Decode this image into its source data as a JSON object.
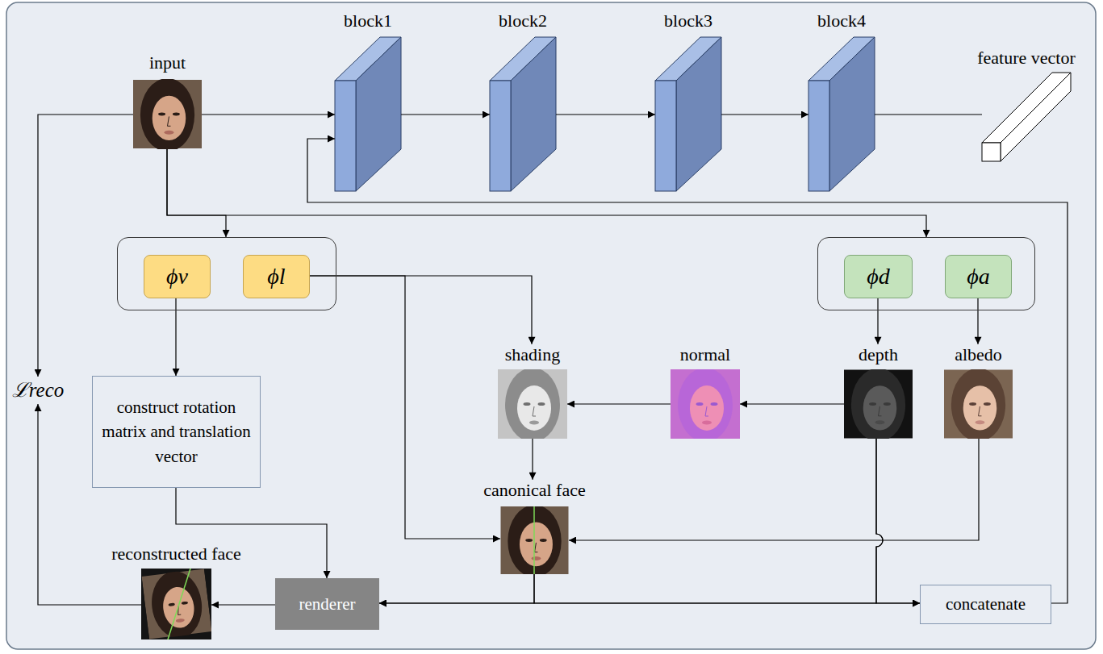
{
  "diagram": {
    "nodes": [
      {
        "text": [
          "input"
        ]
      },
      {
        "text": [
          "block1"
        ]
      },
      {
        "text": [
          "block2"
        ]
      },
      {
        "text": [
          "block3"
        ]
      },
      {
        "text": [
          "block4"
        ]
      },
      {
        "text": [
          "feature vector"
        ]
      },
      {
        "text": []
      },
      {
        "text": [
          "ϕv"
        ],
        "in": 6
      },
      {
        "text": [
          "ϕl"
        ],
        "in": 6
      },
      {
        "text": []
      },
      {
        "text": [
          "ϕd"
        ],
        "in": 9
      },
      {
        "text": [
          "ϕa"
        ],
        "in": 9
      },
      {
        "text": [
          "ℒreco"
        ]
      },
      {
        "text": [
          "shading"
        ]
      },
      {
        "text": [
          "normal"
        ]
      },
      {
        "text": [
          "depth"
        ]
      },
      {
        "text": [
          "albedo"
        ]
      },
      {
        "text": [
          "construct rotation matrix and translation vector"
        ]
      },
      {
        "text": [
          "canonical face"
        ]
      },
      {
        "text": [
          "reconstructed face"
        ]
      },
      {
        "text": [
          "renderer"
        ]
      },
      {
        "text": [
          "concatenate"
        ]
      }
    ],
    "edges": [
      {
        "from": 0,
        "to": 1,
        "arrow": "to"
      },
      {
        "from": 1,
        "to": 2,
        "arrow": "to"
      },
      {
        "from": 2,
        "to": 3,
        "arrow": "to"
      },
      {
        "from": 3,
        "to": 4,
        "arrow": "to"
      },
      {
        "from": 4,
        "to": 5,
        "arrow": "none"
      },
      {
        "from": 0,
        "to": 12,
        "arrow": "to"
      },
      {
        "from": 0,
        "to": 6,
        "arrow": "to"
      },
      {
        "from": 0,
        "to": 9,
        "arrow": "to"
      },
      {
        "from": 7,
        "to": 17,
        "arrow": "to"
      },
      {
        "from": 8,
        "to": 13,
        "arrow": "to"
      },
      {
        "from": 8,
        "to": 18,
        "arrow": "to"
      },
      {
        "from": 10,
        "to": 15,
        "arrow": "to"
      },
      {
        "from": 11,
        "to": 16,
        "arrow": "to"
      },
      {
        "from": 15,
        "to": 14,
        "arrow": "to"
      },
      {
        "from": 14,
        "to": 13,
        "arrow": "to"
      },
      {
        "from": 13,
        "to": 18,
        "arrow": "to"
      },
      {
        "from": 16,
        "to": 18,
        "arrow": "to"
      },
      {
        "from": 17,
        "to": 20,
        "arrow": "to"
      },
      {
        "from": 18,
        "to": 20,
        "arrow": "to"
      },
      {
        "from": 18,
        "to": 21,
        "arrow": "to"
      },
      {
        "from": 15,
        "to": 20,
        "arrow": "to"
      },
      {
        "from": 15,
        "to": 21,
        "arrow": "to"
      },
      {
        "from": 20,
        "to": 19,
        "arrow": "to"
      },
      {
        "from": 19,
        "to": 12,
        "arrow": "to"
      },
      {
        "from": 21,
        "to": 1,
        "arrow": "to"
      }
    ]
  }
}
